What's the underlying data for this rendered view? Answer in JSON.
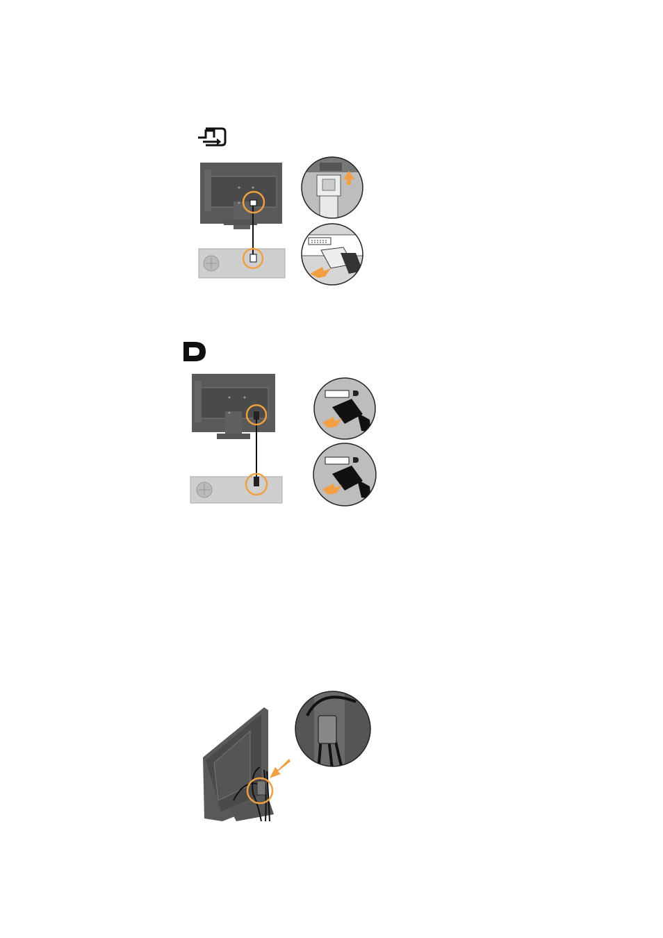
{
  "colors": {
    "accent": "#f0a040",
    "monitor_dark": "#545454",
    "monitor_mid": "#6a6a6a",
    "pc_box": "#cfcfcf",
    "cable": "#1a1a1a",
    "circle_bg": "#bdbdbd"
  },
  "sections": [
    {
      "id": "dvi",
      "icon": "dvi-port-icon"
    },
    {
      "id": "displayport",
      "icon": "displayport-icon"
    },
    {
      "id": "cable-management",
      "icon": "cable-clip-detail"
    }
  ]
}
